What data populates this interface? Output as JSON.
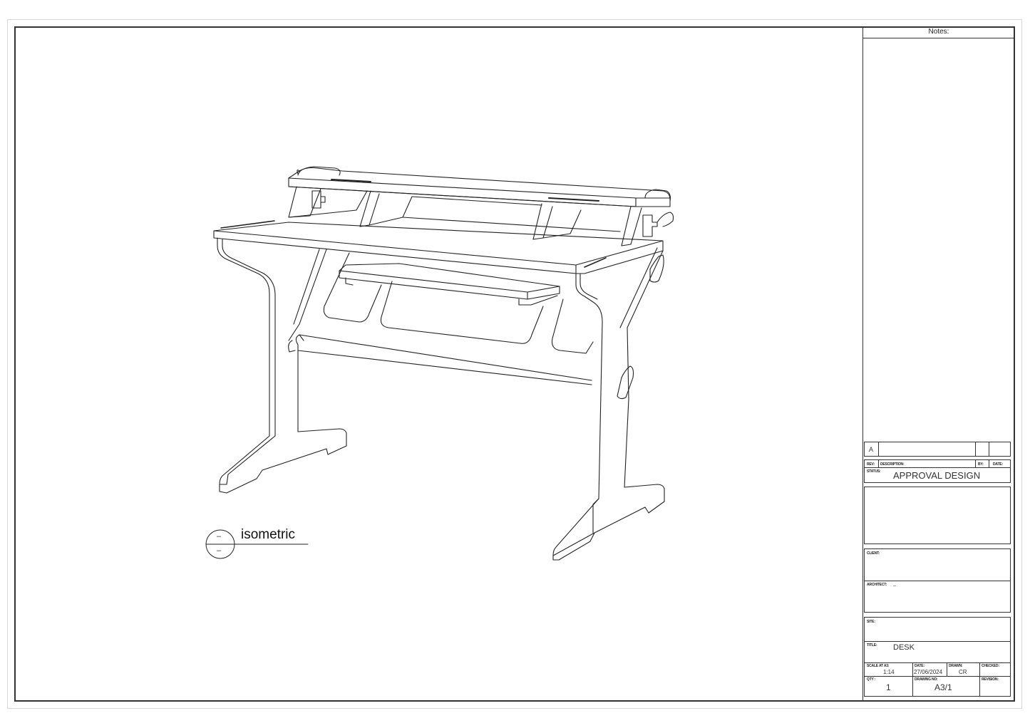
{
  "sheet": {
    "size": "A3",
    "view": {
      "label": "isometric",
      "marker_top": "–",
      "marker_bottom": "–"
    }
  },
  "title_block": {
    "notes_label": "Notes:",
    "revision_row": {
      "rev": "A",
      "description": "",
      "by": "",
      "date": ""
    },
    "headers": {
      "rev": "REV:",
      "description": "DESCRIPTION:",
      "by": "BY:",
      "date": "DATE:"
    },
    "status_label": "STATUS:",
    "status_value": "APPROVAL DESIGN",
    "client_label": "CLIENT:",
    "client_value": "",
    "architect_label": "ARCHITECT:",
    "architect_value": "–",
    "site_label": "SITE:",
    "site_value": "",
    "title_label": "TITLE:",
    "title_value": "DESK",
    "scale_label": "SCALE AT A3:",
    "scale_value": "1:14",
    "date_label": "DATE:",
    "date_value": "27/06/2024",
    "drawn_label": "DRAWN:",
    "drawn_value": "CR",
    "checked_label": "CHECKED:",
    "checked_value": "",
    "qty_label": "QTY :",
    "qty_value": "1",
    "drawing_no_label": "DRAWING NO:",
    "drawing_no_value": "A3/1",
    "revision_label": "REVISION:",
    "revision_value": ""
  },
  "colors": {
    "line": "#222222",
    "frame": "#333333",
    "paper": "#ffffff"
  }
}
